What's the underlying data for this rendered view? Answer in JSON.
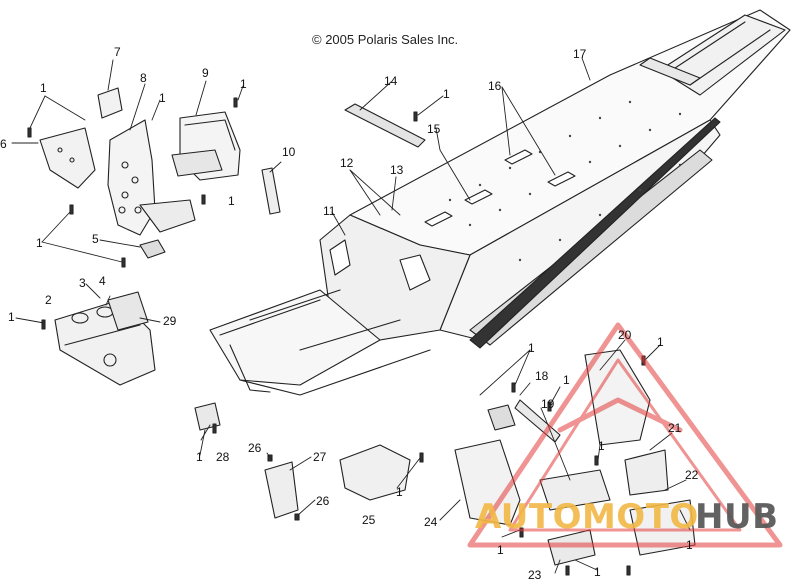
{
  "copyright": "© 2005 Polaris Sales Inc.",
  "watermark": {
    "left": "AUTOMOTO",
    "right": "HUB",
    "left_color": "#f2b845",
    "right_color": "#5a5a5a",
    "triangle_color": "#e23b3b"
  },
  "callouts": {
    "n1a": "1",
    "n1b": "1",
    "n1c": "1",
    "n1d": "1",
    "n1e": "1",
    "n1f": "1",
    "n1g": "1",
    "n1h": "1",
    "n1i": "1",
    "n1j": "1",
    "n1k": "1",
    "n1l": "1",
    "n1m": "1",
    "n1n": "1",
    "n1o": "1",
    "n1p": "1",
    "n2": "2",
    "n3": "3",
    "n4": "4",
    "n5": "5",
    "n6": "6",
    "n7": "7",
    "n8": "8",
    "n9": "9",
    "n10": "10",
    "n11": "11",
    "n12": "12",
    "n13": "13",
    "n14": "14",
    "n15": "15",
    "n16": "16",
    "n17": "17",
    "n18": "18",
    "n19": "19",
    "n20": "20",
    "n21": "21",
    "n22": "22",
    "n23": "23",
    "n24": "24",
    "n25": "25",
    "n26a": "26",
    "n26b": "26",
    "n27": "27",
    "n28": "28",
    "n29": "29"
  }
}
